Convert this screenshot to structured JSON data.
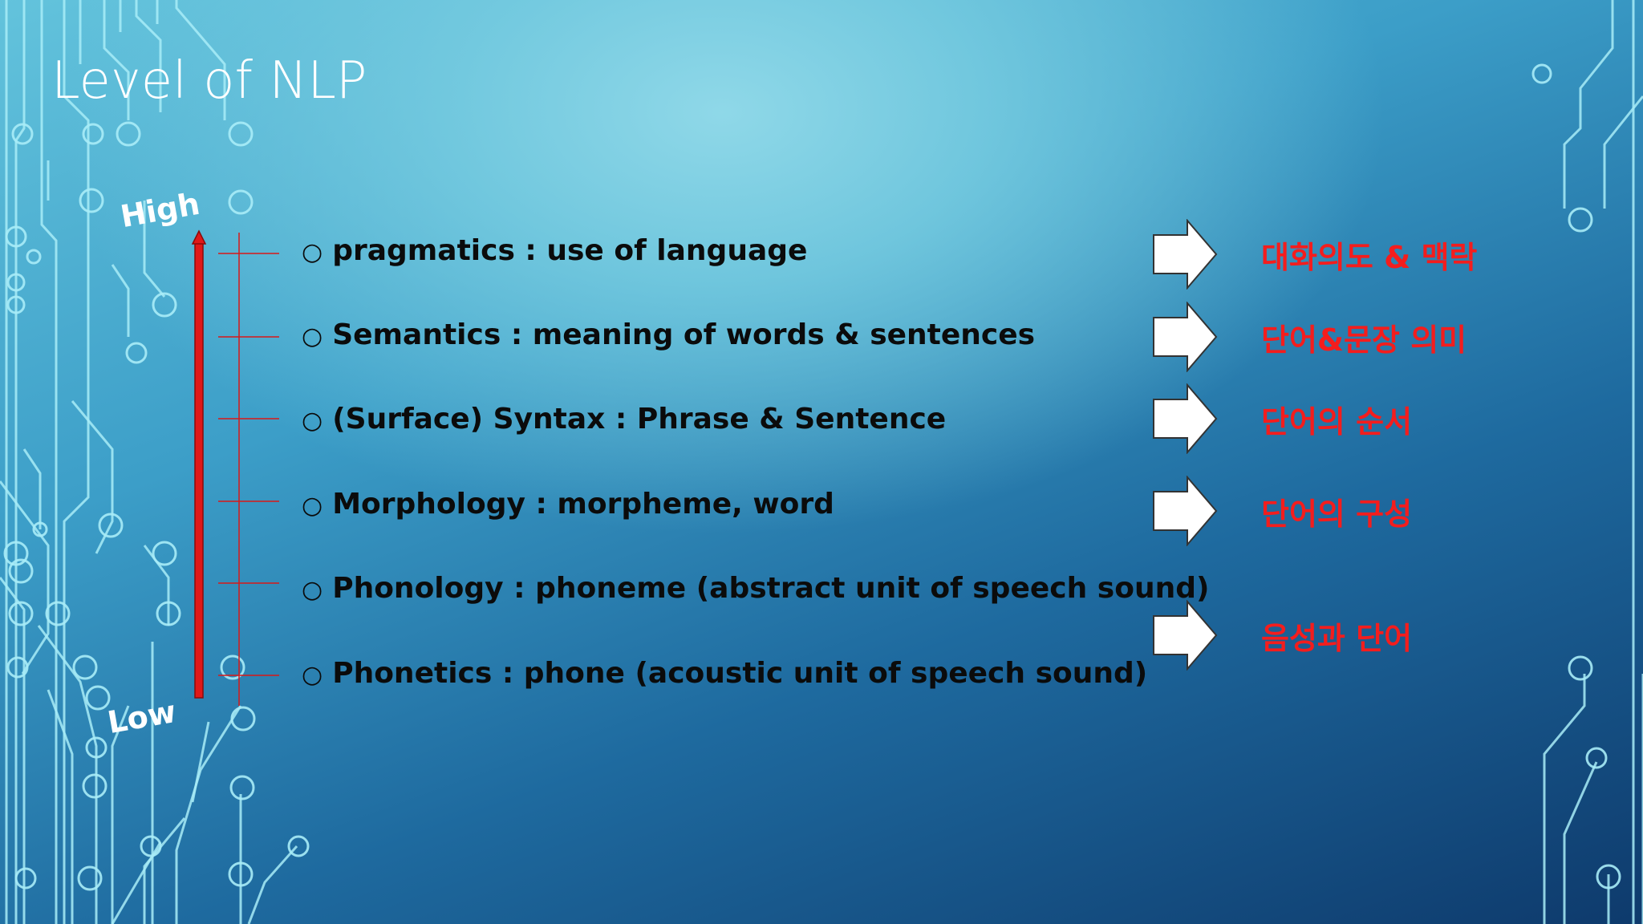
{
  "slide": {
    "title": "Level of NLP",
    "scale": {
      "high_label": "High",
      "low_label": "Low"
    },
    "levels": [
      {
        "bullet": "○",
        "text": "pragmatics : use of language"
      },
      {
        "bullet": "○",
        "text": "Semantics : meaning of words & sentences"
      },
      {
        "bullet": "○",
        "text": "(Surface) Syntax : Phrase & Sentence"
      },
      {
        "bullet": "○",
        "text": "Morphology :  morpheme, word"
      },
      {
        "bullet": "○",
        "text": "Phonology : phoneme (abstract unit of speech sound)"
      },
      {
        "bullet": "○",
        "text": "Phonetics : phone (acoustic unit of speech sound)"
      }
    ],
    "korean_notes": [
      "대화의도 & 맥락",
      "단어&문장 의미",
      "단어의 순서",
      "단어의 구성",
      "음성과 단어"
    ],
    "colors": {
      "accent_red": "#f41d1d",
      "axis_red": "#e01818",
      "title": "#ffffff",
      "body_text": "#0b0b0b",
      "circuit": "#9ee8f5"
    }
  }
}
